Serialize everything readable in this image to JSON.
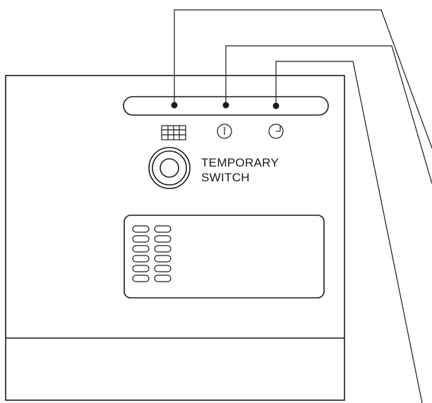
{
  "labels": {
    "switch_line1": "TEMPORARY",
    "switch_line2": "SWITCH"
  },
  "indicators": [
    {
      "name": "operation-lamp",
      "icon": "grid-icon"
    },
    {
      "name": "power-lamp",
      "icon": "power-icon"
    },
    {
      "name": "timer-lamp",
      "icon": "timer-icon"
    }
  ],
  "colors": {
    "line": "#1a1a1a",
    "background": "#ffffff"
  }
}
